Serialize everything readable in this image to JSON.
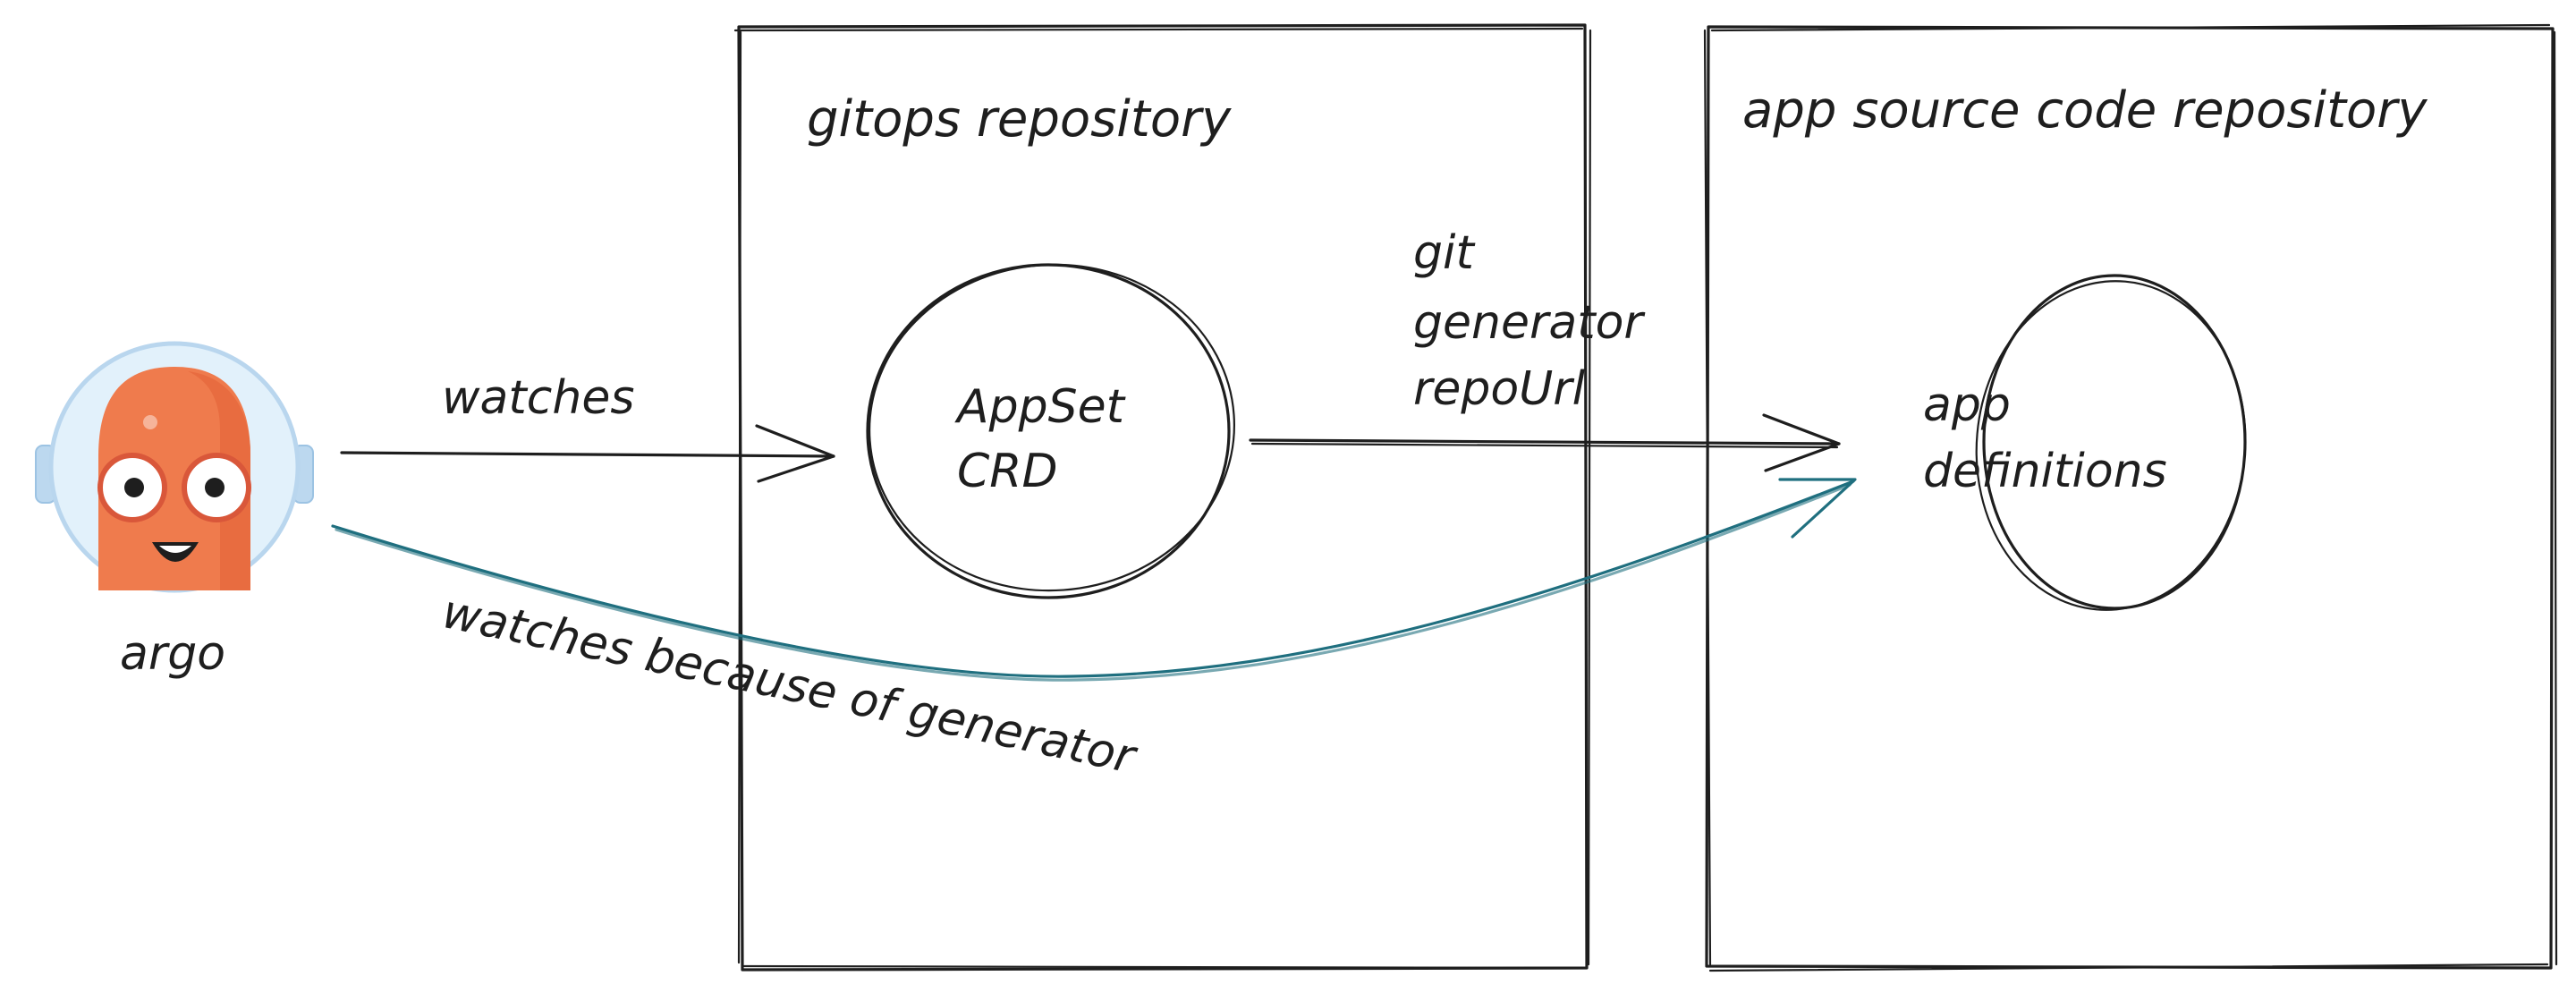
{
  "diagram": {
    "actor": {
      "label": "argo",
      "icon": "argo-mascot-icon"
    },
    "boxes": [
      {
        "id": "gitops",
        "title": "gitops repository"
      },
      {
        "id": "app-source",
        "title": "app source code repository"
      }
    ],
    "nodes": [
      {
        "id": "appset",
        "line1": "AppSet",
        "line2": "CRD"
      },
      {
        "id": "app-definitions",
        "line1": "app",
        "line2": "definitions"
      }
    ],
    "edges": [
      {
        "from": "argo",
        "to": "appset",
        "label": "watches"
      },
      {
        "from": "appset",
        "to": "app-definitions",
        "label_lines": [
          "git",
          "generator",
          "repoUrl"
        ]
      },
      {
        "from": "argo",
        "to": "app-definitions",
        "label": "watches because of generator"
      }
    ],
    "colors": {
      "ink": "#1e1e1e",
      "teal_arrow": "#1f6f7f",
      "mascot_orange": "#ef7b4d",
      "helmet": "#e2f1fb"
    }
  }
}
